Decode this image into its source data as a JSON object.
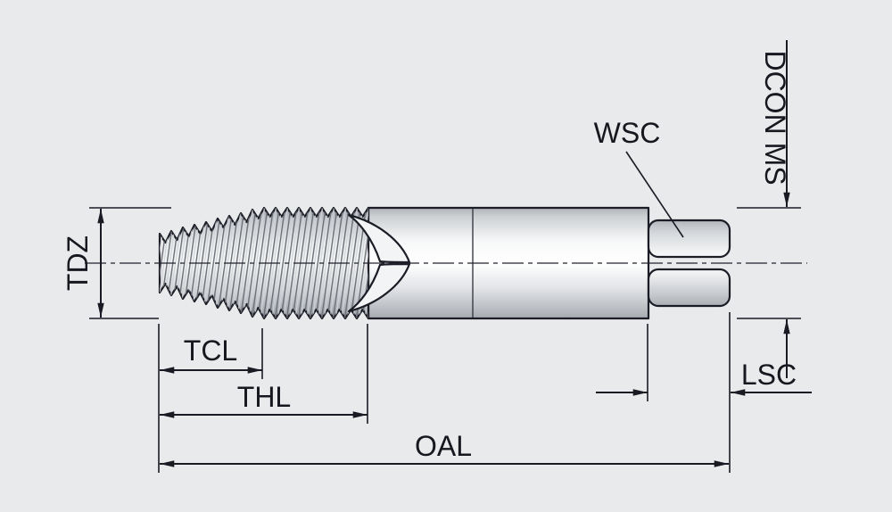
{
  "diagram": {
    "labels": {
      "tdz": "TDZ",
      "tcl": "TCL",
      "thl": "THL",
      "oal": "OAL",
      "wsc": "WSC",
      "lsc": "LSC",
      "dcon_ms": "DCON MS"
    },
    "colors": {
      "background": "#e9eaeb",
      "line": "#1a1a24",
      "metal_light": "#fbfcfc",
      "metal_shade": "#b5b9be"
    }
  }
}
